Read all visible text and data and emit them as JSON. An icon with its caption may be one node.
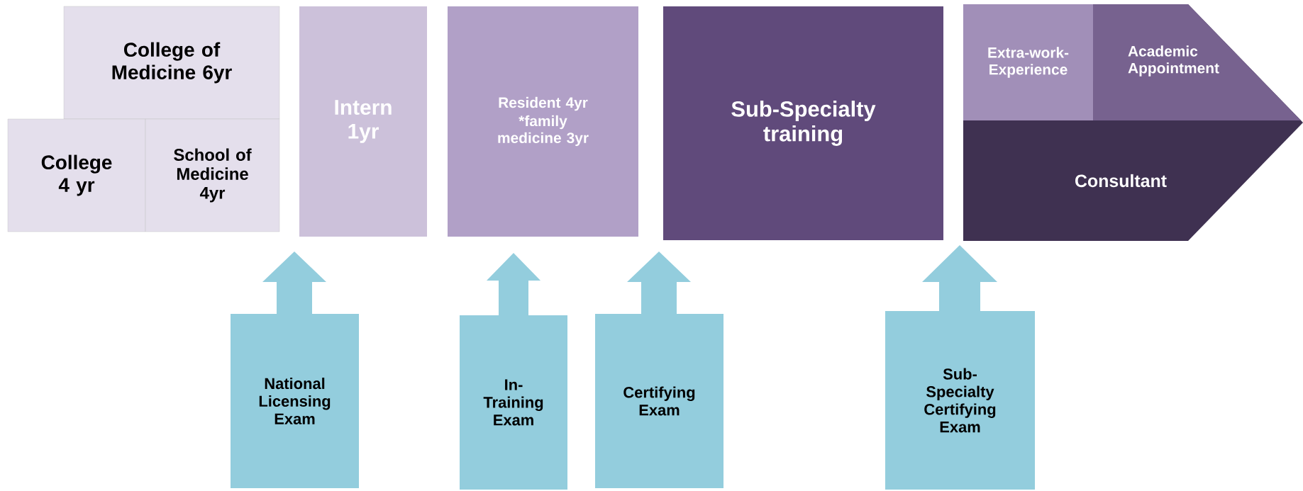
{
  "diagram": {
    "nodes": [
      {
        "text": [
          "College of Medicine 6yr"
        ]
      },
      {
        "text": [
          "College 4 yr"
        ]
      },
      {
        "text": [
          "School of Medicine 4yr"
        ]
      },
      {
        "text": [
          "Intern 1yr"
        ]
      },
      {
        "text": [
          "Resident 4yr",
          "*family medicine 3yr"
        ]
      },
      {
        "text": [
          "Sub-Specialty training"
        ]
      },
      {
        "text": [
          "Consultant"
        ]
      },
      {
        "text": [
          "Extra-work-Experience"
        ],
        "in": 6
      },
      {
        "text": [
          "Academic Appointment"
        ],
        "in": 6
      },
      {
        "text": [
          "National Licensing Exam"
        ]
      },
      {
        "text": [
          "In-Training Exam"
        ]
      },
      {
        "text": [
          "Certifying Exam"
        ]
      },
      {
        "text": [
          "Sub-Specialty Certifying Exam"
        ]
      }
    ]
  }
}
